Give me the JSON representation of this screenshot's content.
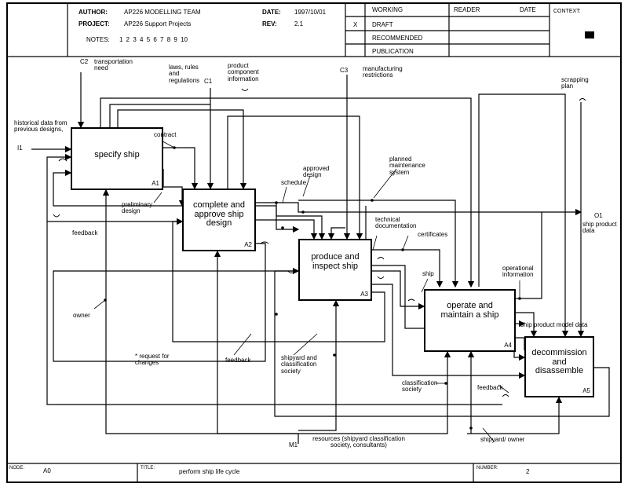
{
  "header": {
    "author_label": "AUTHOR:",
    "author": "AP226  MODELLING TEAM",
    "project_label": "PROJECT:",
    "project": "AP226 Support Projects",
    "date_label": "DATE:",
    "date": "1997/10/01",
    "rev_label": "REV:",
    "rev": "2.1",
    "notes_label": "NOTES:",
    "notes": "1  2  3  4  5  6  7  8  9  10",
    "working": "WORKING",
    "draft": "DRAFT",
    "recommended": "RECOMMENDED",
    "publication": "PUBLICATION",
    "draft_mark": "X",
    "reader": "READER",
    "reader_date": "DATE",
    "context": "CONTEXT:"
  },
  "boxes": [
    {
      "name": "specify ship",
      "num": "A1"
    },
    {
      "name": "complete and approve ship design",
      "num": "A2"
    },
    {
      "name": "produce and inspect ship",
      "num": "A3"
    },
    {
      "name": "operate and maintain a ship",
      "num": "A4"
    },
    {
      "name": "decommission and disassemble",
      "num": "A5"
    }
  ],
  "labels": {
    "c2": "C2",
    "c2_text": "transportation need",
    "c1": "C1",
    "c1_laws": "laws, rules and regulations",
    "c1_prod": "product component information",
    "c3": "C3",
    "c3_text": "manufacturing restrictions",
    "scrapping": "scrapping plan",
    "historical": "historical data from previous designs,",
    "i1": "I1",
    "contract": "contract",
    "approved_design": "approved design",
    "planned_maint": "planned maintenance system",
    "schedule": "schedule",
    "preliminary": "preliminary design",
    "feedback1": "feedback",
    "tech_doc": "technical documentation",
    "certificates": "certificates",
    "o1": "O1",
    "o1_text": "ship product data",
    "owner": "owner",
    "ship": "ship",
    "operational": "operational information",
    "ship_prod_model": "ship product model data",
    "request": "* request for changes",
    "feedback2": "feedback",
    "shipyard_class": "shipyard and classification society",
    "class_society": "classification society",
    "feedback3": "feedback",
    "resources": "resources (shipyard classification society, consultants)",
    "m1": "M1",
    "shipyard_owner": "shipyard/ owner"
  },
  "footer": {
    "node_label": "NODE:",
    "node": "A0",
    "title_label": "TITLE:",
    "title": "perform ship life cycle",
    "number_label": "NUMBER:",
    "number": "2"
  }
}
